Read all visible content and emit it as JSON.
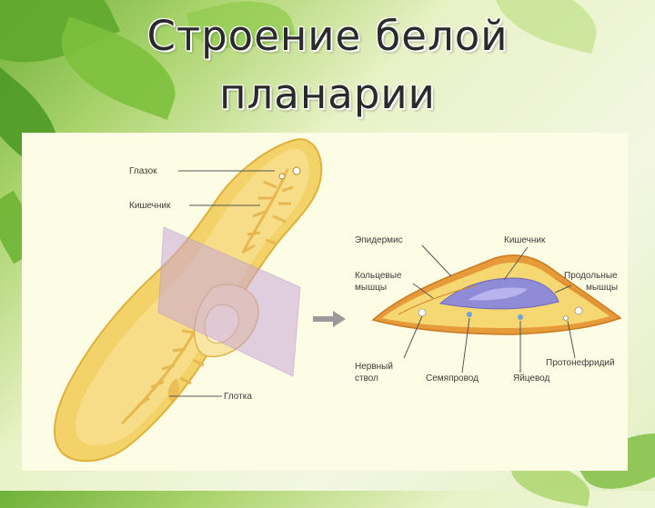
{
  "title": {
    "line1": "Строение белой",
    "line2": "планарии"
  },
  "labels": {
    "eye": "Глазок",
    "intestine_left": "Кишечник",
    "pharynx": "Глотка",
    "epidermis": "Эпидермис",
    "intestine_right": "Кишечник",
    "ring_muscles_1": "Кольцевые",
    "ring_muscles_2": "мышцы",
    "long_muscles_1": "Продольные",
    "long_muscles_2": "мышцы",
    "nerve_trunk_1": "Нервный",
    "nerve_trunk_2": "ствол",
    "sperm_duct": "Семяпровод",
    "oviduct": "Яйцевод",
    "protonephridium": "Протонефридий"
  },
  "colors": {
    "body_yellow": "#f3d26a",
    "body_outline": "#e0b13a",
    "plane_purple": "#c9a6d8",
    "intestine_blue": "#8f8bd6",
    "muscle_orange": "#e79a3a",
    "arrow_gray": "#9a9a9a"
  }
}
